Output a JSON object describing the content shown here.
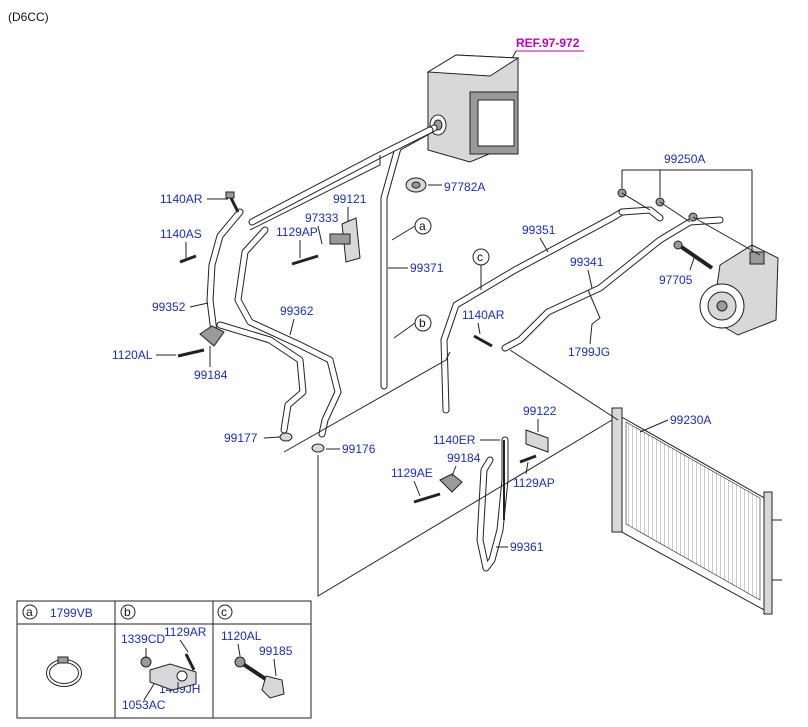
{
  "header": {
    "engine_code": "(D6CC)"
  },
  "reference": {
    "label": "REF.97-972"
  },
  "callouts": {
    "p99250A": "99250A",
    "p97782A": "97782A",
    "p1140AR_top": "1140AR",
    "p99121": "99121",
    "p97333": "97333",
    "p1129AP_top": "1129AP",
    "p1140AS": "1140AS",
    "p99371": "99371",
    "p99351": "99351",
    "p99341": "99341",
    "p97705": "97705",
    "p99352": "99352",
    "p99362": "99362",
    "p1140AR_mid": "1140AR",
    "p1120AL": "1120AL",
    "p99184_left": "99184",
    "p1799JG": "1799JG",
    "p99122": "99122",
    "p99230A": "99230A",
    "p99177": "99177",
    "p99176": "99176",
    "p1140ER": "1140ER",
    "p99184_mid": "99184",
    "p1129AE": "1129AE",
    "p1129AP_mid": "1129AP",
    "p99361": "99361"
  },
  "markers": {
    "a": "a",
    "b": "b",
    "c": "c"
  },
  "legend": {
    "a": {
      "marker": "a",
      "parts": [
        "1799VB"
      ]
    },
    "b": {
      "marker": "b",
      "parts": [
        "1339CD",
        "1129AR",
        "1489JH",
        "1053AC"
      ]
    },
    "c": {
      "marker": "c",
      "parts": [
        "1120AL",
        "99185"
      ]
    }
  },
  "colors": {
    "part_number": "#1a2cc8",
    "reference": "#c000c0",
    "line": "#222222"
  }
}
